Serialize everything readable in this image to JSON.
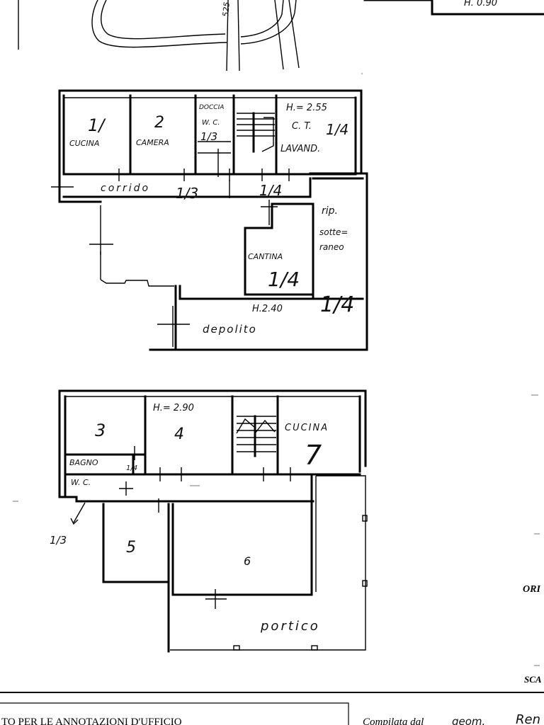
{
  "upper_plan": {
    "rooms": [
      {
        "key": "r1",
        "number": "1/",
        "name": "CUCINA"
      },
      {
        "key": "r2",
        "number": "2",
        "name": "CAMERA"
      },
      {
        "key": "r3",
        "number": "1/3",
        "name": "DOCCIA W.C."
      }
    ],
    "lavand_height": "H.= 2.55",
    "lavand_name": "C. T.",
    "lavand_name2": "LAVAND.",
    "lavand_share": "1/4",
    "corridor": "corrido",
    "corridor_share": "1/3",
    "stair_share": "1/4",
    "cantina": "CANTINA",
    "cantina_share": "1/4",
    "rip_line1": "rip.",
    "rip_line2": "sotte=",
    "rip_line3": "raneo",
    "rip_share": "1/4",
    "deposito_height": "H.2.40",
    "deposito": "depolito"
  },
  "lower_plan": {
    "room3": "3",
    "room4_height": "H.= 2.90",
    "room4": "4",
    "cucina": "CUCINA",
    "cucina_number": "7",
    "bagno": "BAGNO",
    "bagno_wc": "W. C.",
    "bagno_share": "1/3",
    "small_share": "1/4",
    "room5": "5",
    "room6": "6",
    "portico": "portico"
  },
  "top_fragment": {
    "label": "H. 0.90"
  },
  "margin": {
    "ori": "ORI",
    "sca": "SCA"
  },
  "footer": {
    "office_box": "TO PER LE ANNOTAZIONI D'UFFICIO",
    "compiled_prefix": "Compilata dal",
    "compiled_hand": "geom.",
    "compiled_name": "Ren"
  }
}
